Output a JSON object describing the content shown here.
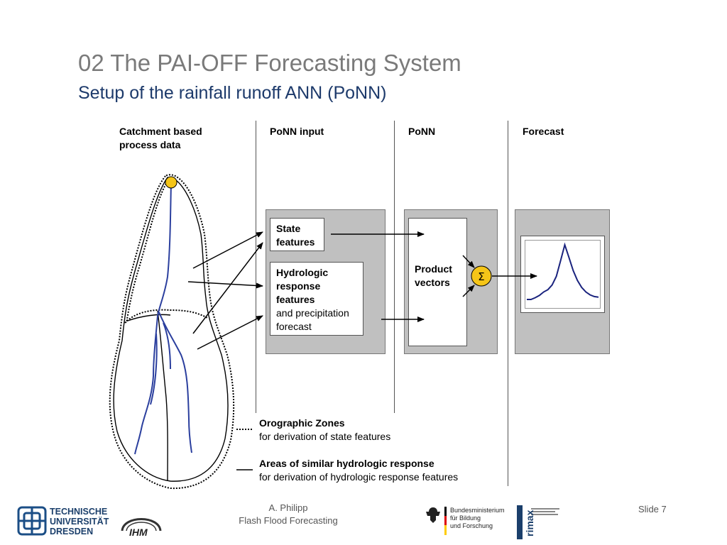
{
  "title": "02 The PAI-OFF Forecasting System",
  "subtitle": "Setup of the rainfall runoff ANN (PoNN)",
  "columns": {
    "catchment_line1": "Catchment based",
    "catchment_line2": "process data",
    "ponn_input": "PoNN input",
    "ponn": "PoNN",
    "forecast": "Forecast"
  },
  "boxes": {
    "state_line1": "State",
    "state_line2": "features",
    "hydro_line1": "Hydrologic",
    "hydro_line2": "response",
    "hydro_line3": "features",
    "hydro_line4": "and precipitation",
    "hydro_line5": "forecast",
    "product_line1": "Product",
    "product_line2": "vectors",
    "sigma": "Σ"
  },
  "legend": {
    "oro_title": "Orographic Zones",
    "oro_desc": "for derivation of state features",
    "areas_title": "Areas of similar hydrologic response",
    "areas_desc": "for derivation of hydrologic response features"
  },
  "footer": {
    "author": "A. Philipp",
    "talk": "Flash Flood Forecasting",
    "slide": "Slide 7",
    "tu_line1": "TECHNISCHE",
    "tu_line2": "UNIVERSITÄT",
    "tu_line3": "DRESDEN",
    "ihm": "IHM",
    "bmbf_line1": "Bundesministerium",
    "bmbf_line2": "für Bildung",
    "bmbf_line3": "und Forschung",
    "rimax": "rimax"
  },
  "colors": {
    "title": "#7a7a7a",
    "subtitle": "#1d3a6b",
    "river": "#2b3f9e",
    "outlet": "#f5c518",
    "panel": "#c0c0c0",
    "hydrograph": "#1a237e"
  },
  "hydrograph": {
    "values": [
      0.05,
      0.05,
      0.08,
      0.12,
      0.18,
      0.22,
      0.3,
      0.45,
      0.72,
      1.0,
      0.78,
      0.55,
      0.38,
      0.26,
      0.18,
      0.13,
      0.1,
      0.09
    ]
  }
}
